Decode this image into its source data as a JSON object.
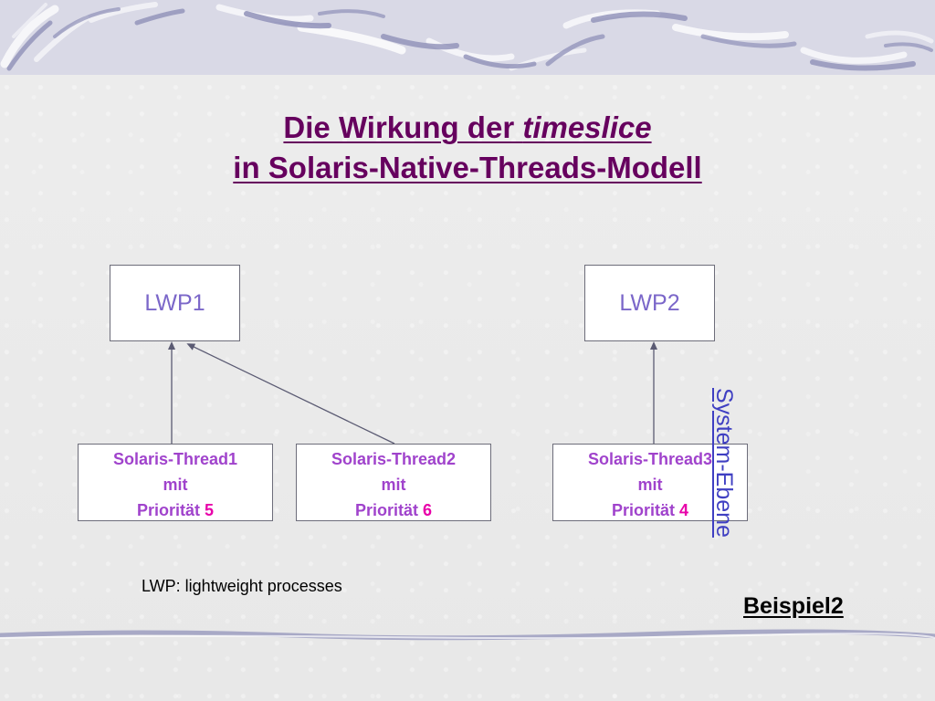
{
  "title": {
    "line1_prefix": "Die Wirkung der ",
    "line1_emphasis": "timeslice",
    "line2": "in Solaris-Native-Threads-Modell"
  },
  "lwps": [
    {
      "label": "LWP1"
    },
    {
      "label": "LWP2"
    }
  ],
  "threads": [
    {
      "name": "Solaris-Thread1",
      "connector": "mit",
      "priority_label": "Priorität",
      "priority_value": "5",
      "maps_to": "LWP1"
    },
    {
      "name": "Solaris-Thread2",
      "connector": "mit",
      "priority_label": "Priorität",
      "priority_value": "6",
      "maps_to": "LWP1"
    },
    {
      "name": "Solaris-Thread3",
      "connector": "mit",
      "priority_label": "Priorität",
      "priority_value": "4",
      "maps_to": "LWP2"
    }
  ],
  "level_label": "System-Ebene",
  "footnote": "LWP: lightweight processes",
  "example_label": "Beispiel2",
  "colors": {
    "title": "#66005e",
    "lwp_text": "#7b67c9",
    "thread_text": "#a043cc",
    "priority_value": "#e800a9",
    "level_label": "#3f3fc2",
    "arrow": "#5b5b73"
  }
}
